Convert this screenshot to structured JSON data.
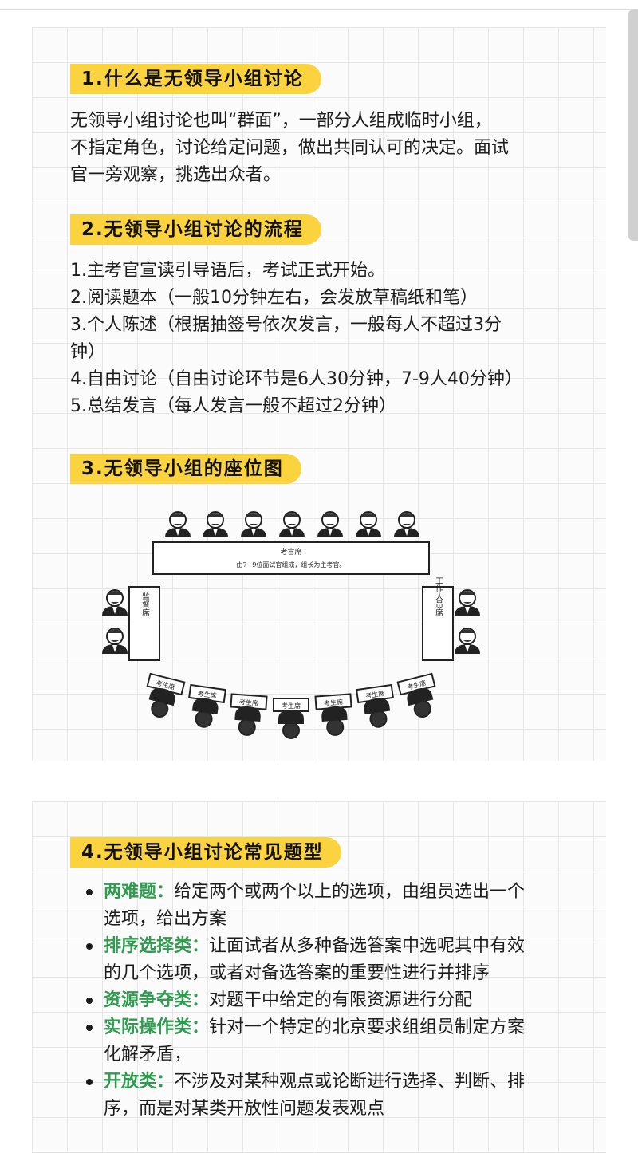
{
  "colors": {
    "accent_yellow": "#fbd33f",
    "term_green": "#2e9b4f",
    "grid": "#e6e6e6"
  },
  "section1": {
    "title": "1.什么是无领导小组讨论",
    "lines": [
      "无领导小组讨论也叫“群面”，一部分人组成临时小组，",
      "不指定角色，讨论给定问题，做出共同认可的决定。面试",
      "官一旁观察，挑选出众者。"
    ]
  },
  "section2": {
    "title": "2.无领导小组讨论的流程",
    "lines": [
      "1.主考官宣读引导语后，考试正式开始。",
      "2.阅读题本（一般10分钟左右，会发放草稿纸和笔）",
      "3.个人陈述（根据抽签号依次发言，一般每人不超过3分",
      "钟）",
      "4.自由讨论（自由讨论环节是6人30分钟，7-9人40分钟）",
      "5.总结发言（每人发言一般不超过2分钟）"
    ]
  },
  "section3": {
    "title": "3.无领导小组的座位图",
    "diagram": {
      "examiner_table_title": "考官席",
      "examiner_table_note": "由7~9位面试官组成，组长为主考官。",
      "supervisor_desk": "监督席",
      "staff_desk": "工作人员席",
      "candidate_desk": "考生席",
      "examiner_count": 7,
      "candidate_count": 7,
      "supervisor_count": 2,
      "staff_count": 2
    }
  },
  "section4": {
    "title": "4.无领导小组讨论常见题型",
    "items": [
      {
        "term": "两难题：",
        "lines": [
          "给定两个或两个以上的选项，由组员选出一个",
          "选项，给出方案"
        ]
      },
      {
        "term": "排序选择类：",
        "lines": [
          "让面试者从多种备选答案中选呢其中有效",
          "的几个选项，或者对备选答案的重要性进行并排序"
        ]
      },
      {
        "term": "资源争夺类：",
        "lines": [
          "对题干中给定的有限资源进行分配"
        ]
      },
      {
        "term": "实际操作类：",
        "lines": [
          "针对一个特定的北京要求组组员制定方案",
          "化解矛盾，"
        ]
      },
      {
        "term": "开放类：",
        "lines": [
          "不涉及对某种观点或论断进行选择、判断、排",
          "序，而是对某类开放性问题发表观点"
        ]
      }
    ]
  }
}
